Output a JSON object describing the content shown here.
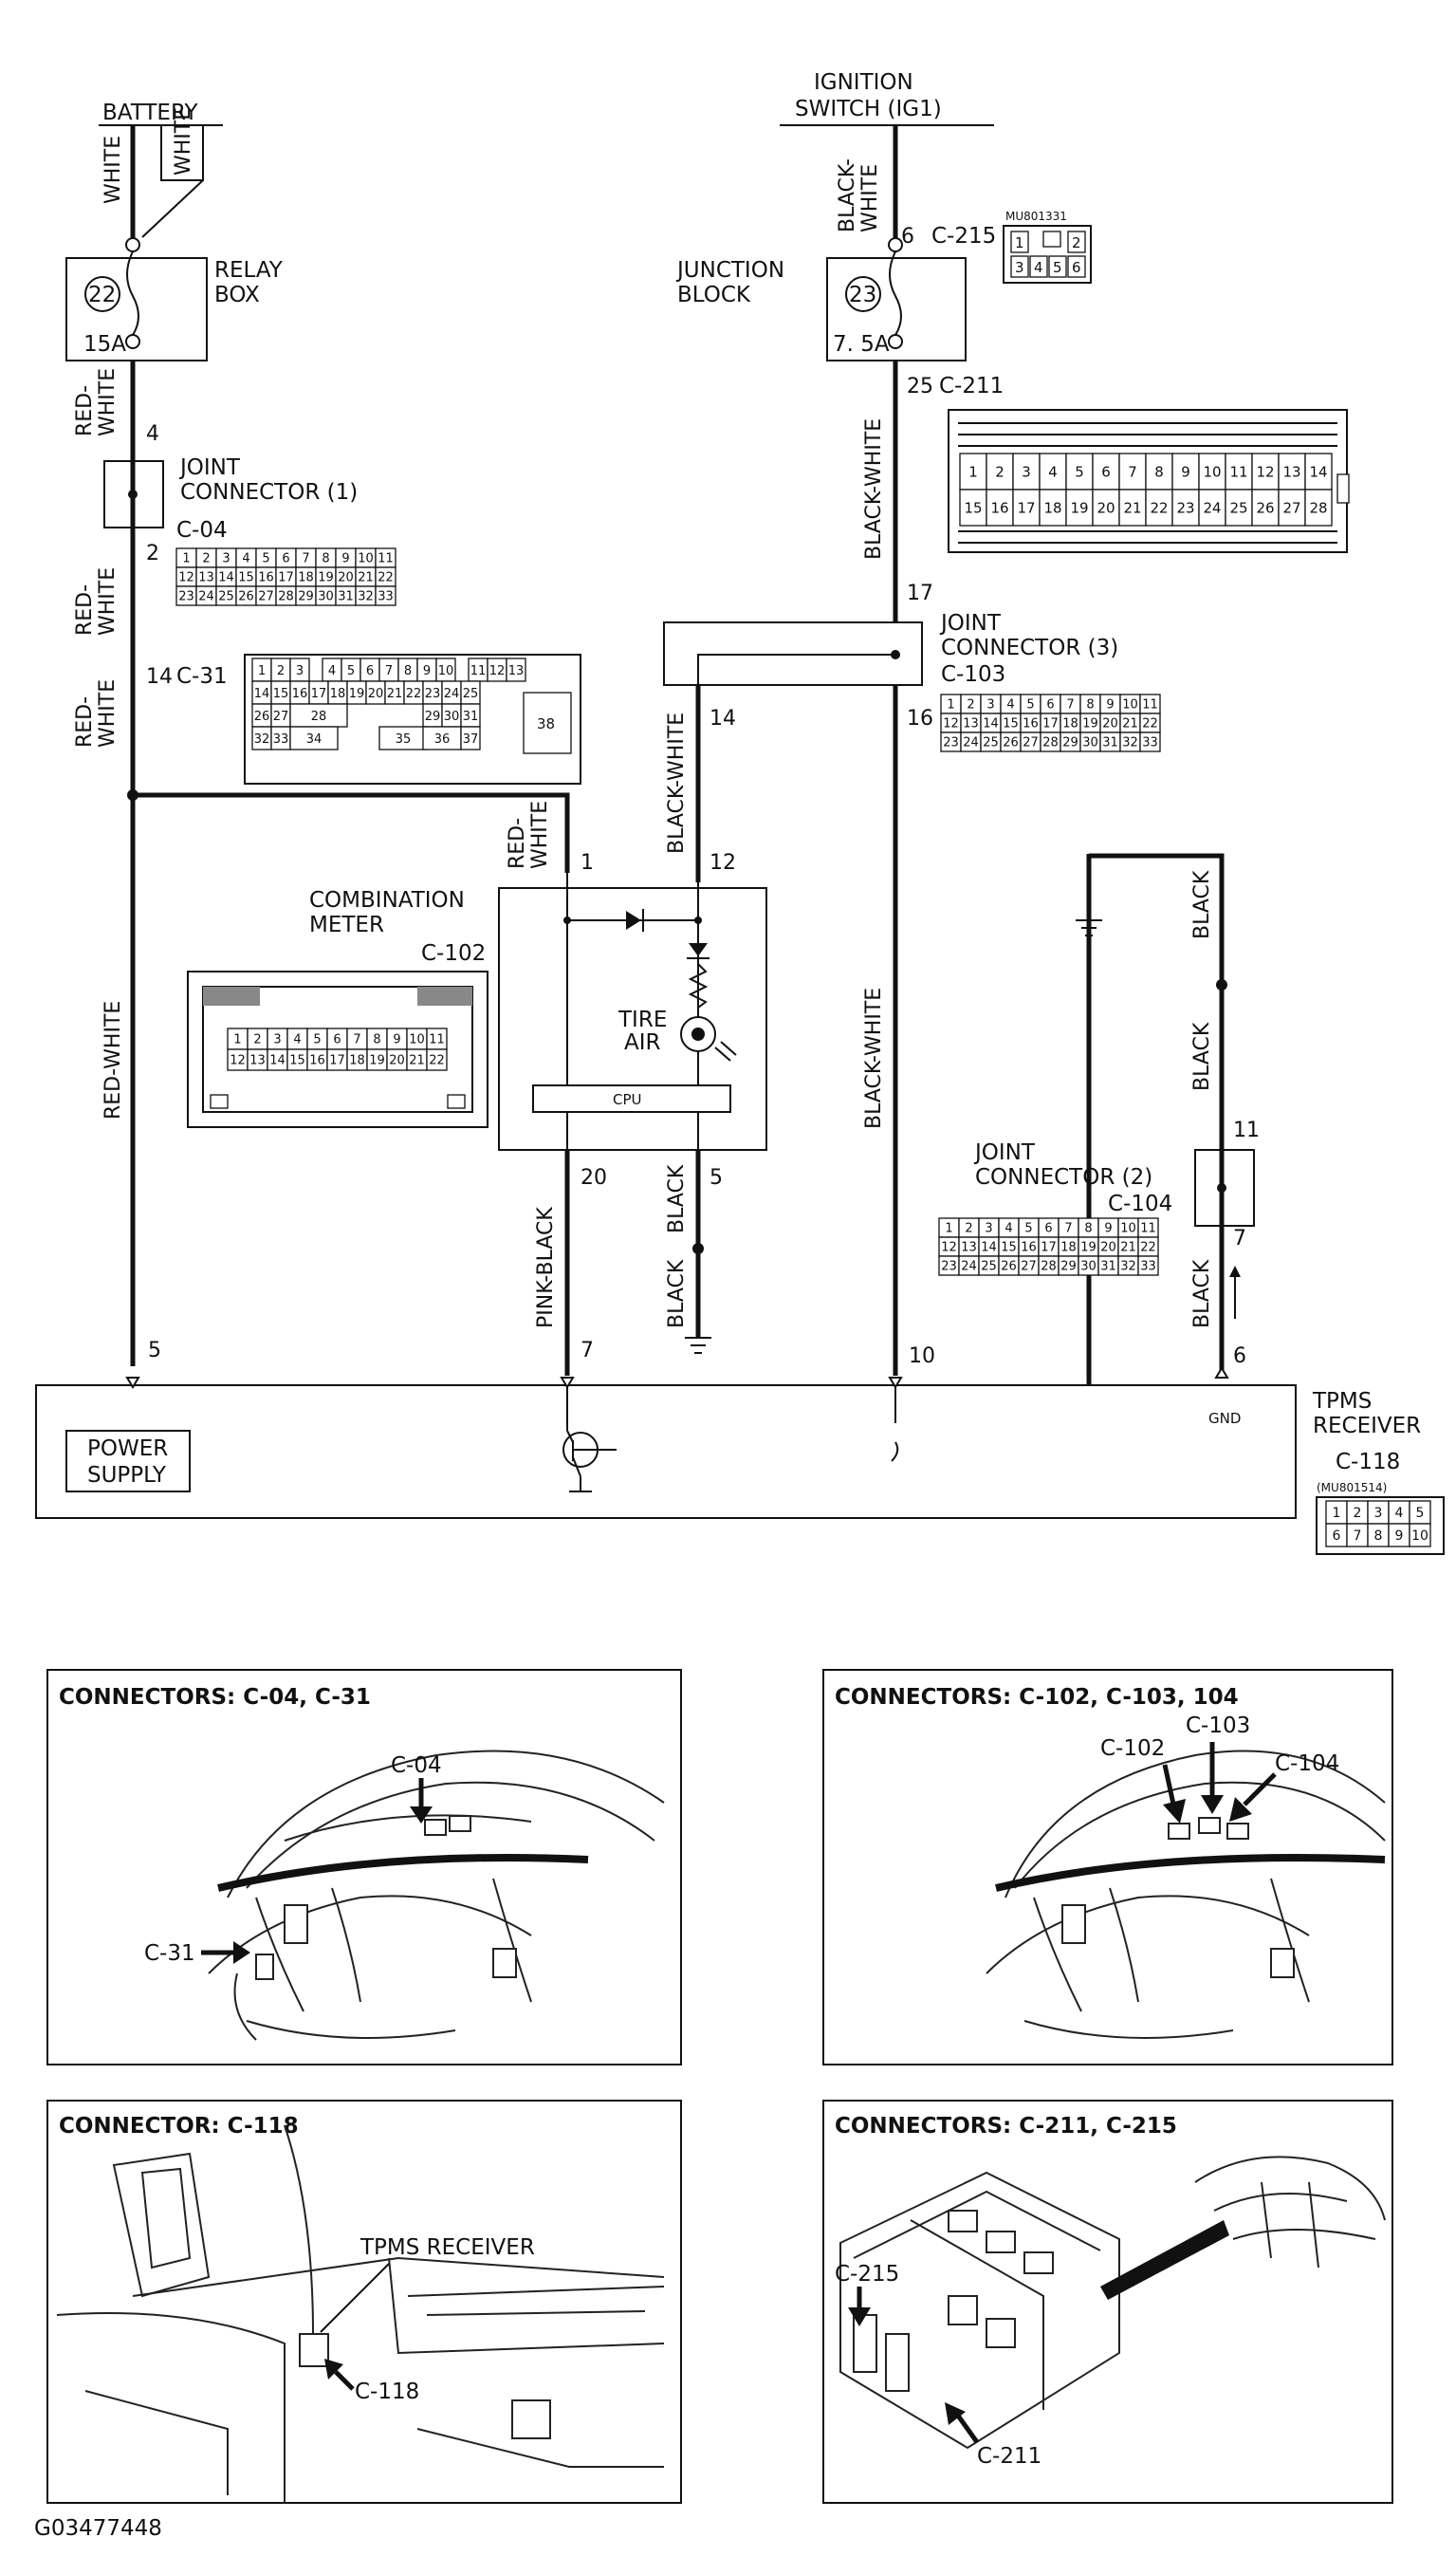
{
  "labels": {
    "battery": "BATTERY",
    "ignition_line1": "IGNITION",
    "ignition_line2": "SWITCH (IG1)",
    "relay_box_line1": "RELAY",
    "relay_box_line2": "BOX",
    "relay_fuse_no": "22",
    "relay_fuse_rating": "15A",
    "junction_line1": "JUNCTION",
    "junction_line2": "BLOCK",
    "junction_fuse_no": "23",
    "junction_fuse_rating": "7. 5A",
    "joint1_line1": "JOINT",
    "joint1_line2": "CONNECTOR (1)",
    "joint1_code": "C-04",
    "joint3_line1": "JOINT",
    "joint3_line2": "CONNECTOR (3)",
    "joint3_code": "C-103",
    "joint2_line1": "JOINT",
    "joint2_line2": "CONNECTOR (2)",
    "joint2_code": "C-104",
    "meter_line1": "COMBINATION",
    "meter_line2": "METER",
    "meter_code": "C-102",
    "tire_line1": "TIRE",
    "tire_line2": "AIR",
    "cpu": "CPU",
    "power_line1": "POWER",
    "power_line2": "SUPPLY",
    "tpms_line1": "TPMS",
    "tpms_line2": "RECEIVER",
    "tpms_code": "C-118",
    "tpms_part": "(MU801514)",
    "c215_part": "MU801331",
    "gnd": "GND",
    "figure_id": "G03477448"
  },
  "wire_colors": {
    "white": "WHITE",
    "red_white": "RED-WHITE",
    "red_white_split": "RED-\nWHITE",
    "black_white": "BLACK-WHITE",
    "black_white_split": "BLACK-\nWHITE",
    "black": "BLACK",
    "pink_black": "PINK-BLACK"
  },
  "connector_refs": {
    "c215": "C-215",
    "c211": "C-211",
    "c31": "C-31"
  },
  "pins": {
    "p6": "6",
    "p25": "25",
    "p4": "4",
    "p2": "2",
    "p14": "14",
    "p17": "17",
    "p16": "16",
    "p1": "1",
    "p12": "12",
    "p20": "20",
    "p5": "5",
    "p11": "11",
    "p7": "7",
    "p10": "10"
  },
  "connector_grids": {
    "c215": [
      [
        "1",
        "",
        "2"
      ],
      [
        "3",
        "4",
        "5",
        "6"
      ]
    ],
    "c211": [
      [
        "1",
        "2",
        "3",
        "4",
        "5",
        "6",
        "7",
        "8",
        "9",
        "10",
        "11",
        "12",
        "13",
        "14"
      ],
      [
        "15",
        "16",
        "17",
        "18",
        "19",
        "20",
        "21",
        "22",
        "23",
        "24",
        "25",
        "26",
        "27",
        "28"
      ]
    ],
    "c04": [
      [
        "1",
        "2",
        "3",
        "4",
        "5",
        "6",
        "7",
        "8",
        "9",
        "10",
        "11"
      ],
      [
        "12",
        "13",
        "14",
        "15",
        "16",
        "17",
        "18",
        "19",
        "20",
        "21",
        "22"
      ],
      [
        "23",
        "24",
        "25",
        "26",
        "27",
        "28",
        "29",
        "30",
        "31",
        "32",
        "33"
      ]
    ],
    "c31": [
      [
        "1",
        "2",
        "3",
        "4",
        "5",
        "6",
        "7",
        "8",
        "9",
        "10",
        "11",
        "12",
        "13"
      ],
      [
        "14",
        "15",
        "16",
        "17",
        "18",
        "19",
        "20",
        "21",
        "22",
        "23",
        "24",
        "25"
      ],
      [
        "26",
        "27",
        "28",
        "29",
        "30",
        "31"
      ],
      [
        "32",
        "33",
        "34",
        "35",
        "36",
        "37"
      ]
    ],
    "c31_big": "38",
    "c103": [
      [
        "1",
        "2",
        "3",
        "4",
        "5",
        "6",
        "7",
        "8",
        "9",
        "10",
        "11"
      ],
      [
        "12",
        "13",
        "14",
        "15",
        "16",
        "17",
        "18",
        "19",
        "20",
        "21",
        "22"
      ],
      [
        "23",
        "24",
        "25",
        "26",
        "27",
        "28",
        "29",
        "30",
        "31",
        "32",
        "33"
      ]
    ],
    "c102": [
      [
        "1",
        "2",
        "3",
        "4",
        "5",
        "6",
        "7",
        "8",
        "9",
        "10",
        "11"
      ],
      [
        "12",
        "13",
        "14",
        "15",
        "16",
        "17",
        "18",
        "19",
        "20",
        "21",
        "22"
      ]
    ],
    "c104": [
      [
        "1",
        "2",
        "3",
        "4",
        "5",
        "6",
        "7",
        "8",
        "9",
        "10",
        "11"
      ],
      [
        "12",
        "13",
        "14",
        "15",
        "16",
        "17",
        "18",
        "19",
        "20",
        "21",
        "22"
      ],
      [
        "23",
        "24",
        "25",
        "26",
        "27",
        "28",
        "29",
        "30",
        "31",
        "32",
        "33"
      ]
    ],
    "c118": [
      [
        "1",
        "2",
        "3",
        "4",
        "5"
      ],
      [
        "6",
        "7",
        "8",
        "9",
        "10"
      ]
    ]
  },
  "panels": {
    "p1_title": "CONNECTORS: C-04, C-31",
    "p1_c04": "C-04",
    "p1_c31": "C-31",
    "p2_title": "CONNECTORS: C-102, C-103, 104",
    "p2_c102": "C-102",
    "p2_c103": "C-103",
    "p2_c104": "C-104",
    "p3_title": "CONNECTOR: C-118",
    "p3_receiver": "TPMS RECEIVER",
    "p3_c118": "C-118",
    "p4_title": "CONNECTORS: C-211, C-215",
    "p4_c215": "C-215",
    "p4_c211": "C-211"
  }
}
